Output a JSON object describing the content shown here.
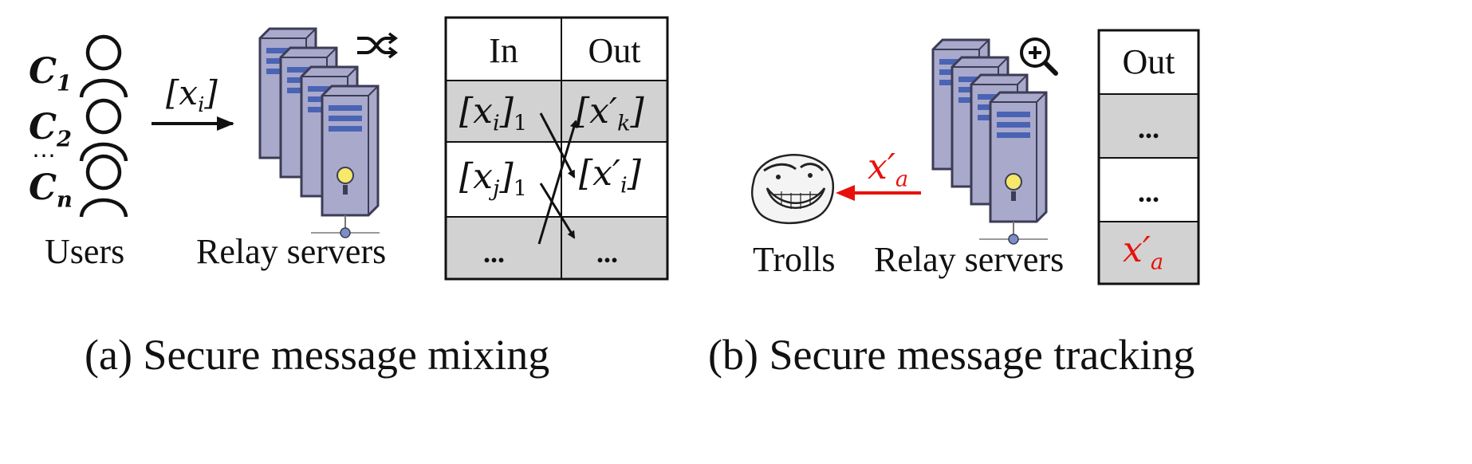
{
  "panel_a": {
    "users": [
      {
        "name": "C",
        "sub": "1"
      },
      {
        "name": "C",
        "sub": "2"
      },
      {
        "name": "C",
        "sub": "n"
      }
    ],
    "dots": "⋯",
    "arrow_label": "[x",
    "arrow_label_sub": "i",
    "arrow_label_close": "]",
    "users_label": "Users",
    "relay_label": "Relay servers",
    "table": {
      "headers": [
        "In",
        "Out"
      ],
      "rows": [
        {
          "in": "[x",
          "in_sub": "i",
          "in_close": "]",
          "in_share": "1",
          "out": "[x",
          "out_sub": "k",
          "out_prime": "′",
          "out_close": "]"
        },
        {
          "in": "[x",
          "in_sub": "j",
          "in_close": "]",
          "in_share": "1",
          "out": "[x",
          "out_sub": "i",
          "out_prime": "′",
          "out_close": "]"
        },
        {
          "in": "...",
          "out": "..."
        }
      ]
    },
    "caption": "(a)  Secure  message  mixing"
  },
  "panel_b": {
    "troll_label": "Trolls",
    "relay_label": "Relay servers",
    "arrow_label": "x",
    "arrow_label_prime": "′",
    "arrow_label_sub": "a",
    "table": {
      "header": "Out",
      "rows": [
        {
          "value": "..."
        },
        {
          "value": "..."
        },
        {
          "value": "x",
          "prime": "′",
          "sub": "a",
          "highlight": true
        }
      ]
    },
    "caption": "(b)  Secure  message  tracking"
  },
  "colors": {
    "server_body": "#a9a9cc",
    "server_outline": "#3c3c55",
    "server_bar": "#4a64b4",
    "server_light": "#f5e86a",
    "table_shade": "#d2d2d2",
    "highlight": "#e8100c"
  },
  "icons": [
    "person-icon",
    "server-stack-icon",
    "shuffle-icon",
    "magnifier-plus-icon",
    "troll-face-icon"
  ]
}
